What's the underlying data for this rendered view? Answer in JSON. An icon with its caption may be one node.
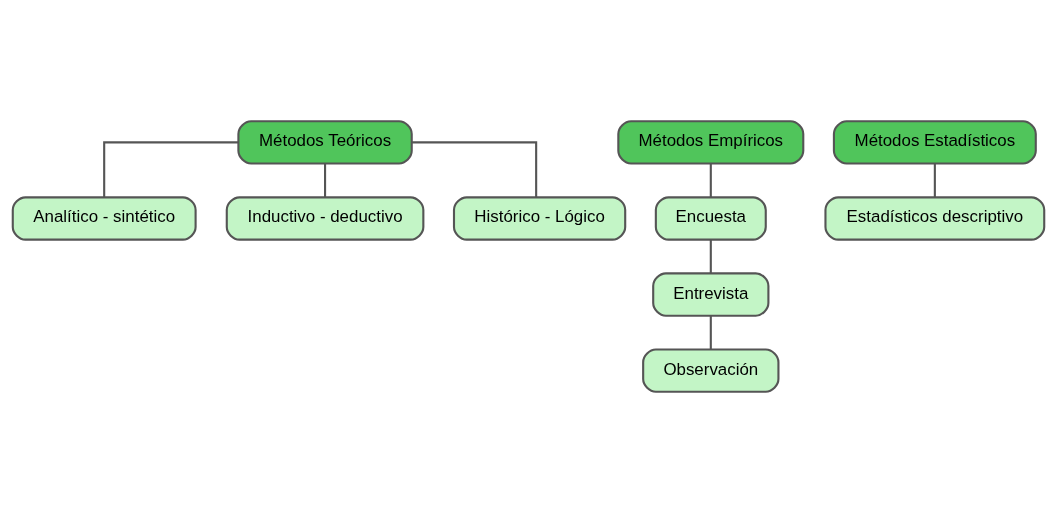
{
  "diagram": {
    "nodes": [
      {
        "text": [
          "Métodos Teóricos"
        ]
      },
      {
        "text": [
          "Métodos Empíricos"
        ]
      },
      {
        "text": [
          "Métodos Estadísticos"
        ]
      },
      {
        "text": [
          "Analítico - sintético"
        ]
      },
      {
        "text": [
          "Inductivo - deductivo"
        ]
      },
      {
        "text": [
          "Histórico - Lógico"
        ]
      },
      {
        "text": [
          "Encuesta"
        ]
      },
      {
        "text": [
          "Entrevista"
        ]
      },
      {
        "text": [
          "Observación"
        ]
      },
      {
        "text": [
          "Estadísticos descriptivo"
        ]
      }
    ],
    "edges": [
      {
        "from": 0,
        "to": 3,
        "arrow": "none"
      },
      {
        "from": 0,
        "to": 4,
        "arrow": "none"
      },
      {
        "from": 0,
        "to": 5,
        "arrow": "none"
      },
      {
        "from": 1,
        "to": 6,
        "arrow": "none"
      },
      {
        "from": 6,
        "to": 7,
        "arrow": "none"
      },
      {
        "from": 7,
        "to": 8,
        "arrow": "none"
      },
      {
        "from": 2,
        "to": 9,
        "arrow": "none"
      }
    ]
  }
}
